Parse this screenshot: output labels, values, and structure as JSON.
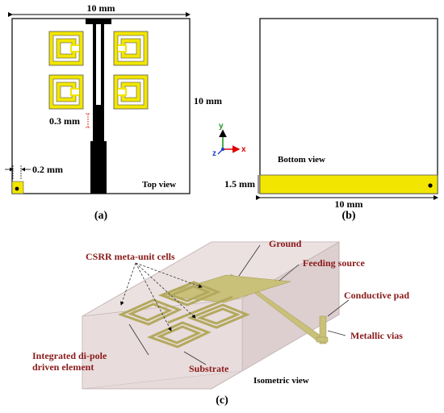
{
  "panel_a": {
    "dim_top": "10 mm",
    "dim_right": "10 mm",
    "dim_gap": "0.3 mm",
    "dim_pad": "0.2 mm",
    "view_label": "Top view",
    "caption": "(a)"
  },
  "panel_b": {
    "view_label": "Bottom view",
    "dim_height": "1.5 mm",
    "dim_width": "10 mm",
    "caption": "(b)"
  },
  "axes": {
    "y": "y",
    "x": "x",
    "z": "z"
  },
  "panel_c": {
    "csrr": "CSRR meta-unit cells",
    "ground": "Ground",
    "feeding": "Feeding source",
    "pad": "Conductive pad",
    "vias": "Metallic vias",
    "dipole_line1": "Integrated di-pole",
    "dipole_line2": "driven element",
    "substrate": "Substrate",
    "view_label": "Isometric view",
    "caption": "(c)"
  },
  "colors": {
    "metal": "#f2e600",
    "trace": "#000000",
    "iso_body": "#e3d6d6",
    "iso_metal": "#c9c07a",
    "callout": "#8b1a1a"
  }
}
